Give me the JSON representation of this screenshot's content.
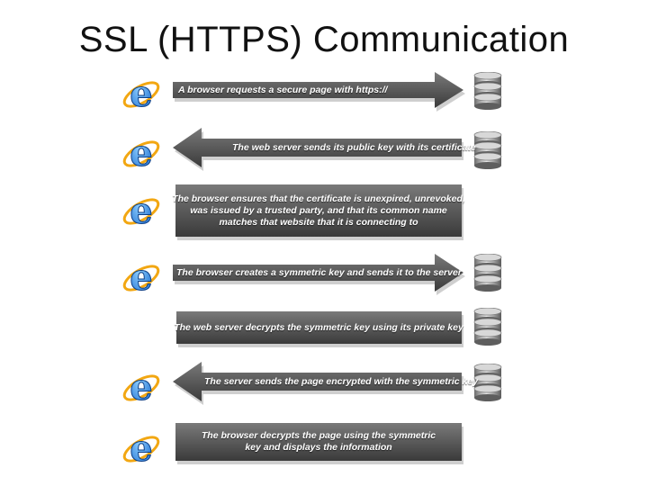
{
  "slide": {
    "title": "SSL (HTTPS) Communication"
  },
  "colors": {
    "box_top": "#7a7a7a",
    "box_bottom": "#3a3a3a",
    "ie_blue": "#1f6fd1",
    "ie_ring": "#f2a712",
    "disk": "#9a9a9a"
  },
  "steps": [
    {
      "id": "s1",
      "kind": "arrow-right",
      "browser_icon": true,
      "server_icon": true,
      "lines": [
        "A browser requests a secure page with https://"
      ]
    },
    {
      "id": "s2",
      "kind": "arrow-left",
      "browser_icon": true,
      "server_icon": true,
      "lines": [
        "The web server sends its public key with its certificate"
      ]
    },
    {
      "id": "s3",
      "kind": "box",
      "browser_icon": true,
      "server_icon": false,
      "lines": [
        "The browser ensures that the certificate is unexpired, unrevoked,",
        "was issued by a trusted party, and that its common name",
        "matches that website that it is connecting to"
      ]
    },
    {
      "id": "s4",
      "kind": "arrow-right",
      "browser_icon": true,
      "server_icon": true,
      "lines": [
        "The browser creates a symmetric key and sends it to the server"
      ]
    },
    {
      "id": "s5",
      "kind": "box",
      "browser_icon": false,
      "server_icon": true,
      "lines": [
        "The web server decrypts the symmetric key using its private key"
      ]
    },
    {
      "id": "s6",
      "kind": "arrow-left",
      "browser_icon": true,
      "server_icon": true,
      "lines": [
        "The server sends the page encrypted with the symmetric key"
      ]
    },
    {
      "id": "s7",
      "kind": "box",
      "browser_icon": true,
      "server_icon": false,
      "lines": [
        "The browser decrypts the page using the symmetric",
        "key and displays the information"
      ]
    }
  ]
}
